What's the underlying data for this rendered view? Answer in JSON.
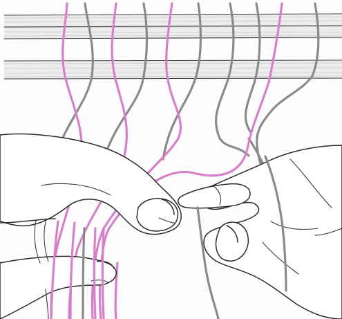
{
  "illustration": {
    "subject": "hand-weaving-illustration",
    "colors": {
      "pink_thread": "#d77fc8",
      "grey_thread": "#8a8a8a",
      "outline": "#2a2a2a",
      "rod_shading": "#bdbdbd",
      "background": "#fdfdfd"
    },
    "elements": {
      "rods": 2,
      "hands": 2,
      "pink_threads": 6,
      "grey_threads": 6
    }
  }
}
